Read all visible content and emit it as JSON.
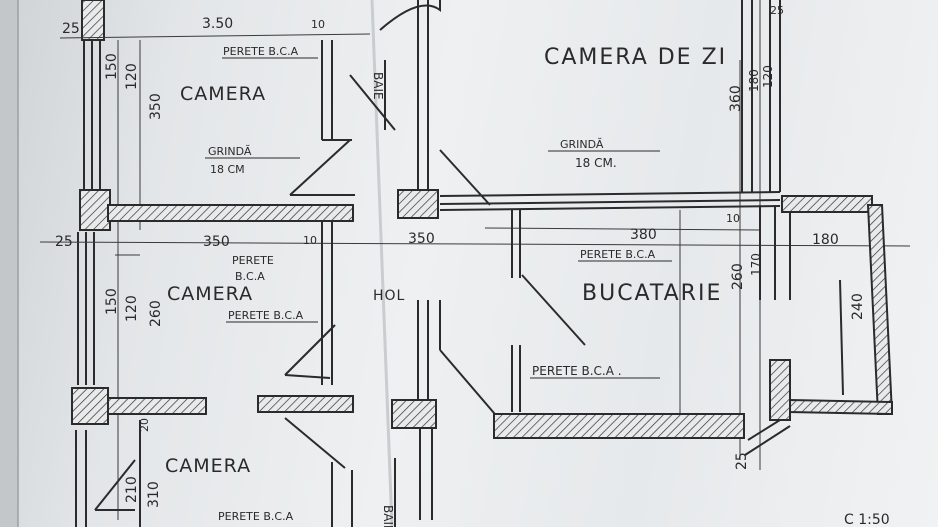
{
  "rooms": {
    "camera_top": "CAMERA",
    "camera_middle": "CAMERA",
    "camera_bottom": "CAMERA",
    "camera_de_zi": "CAMERA DE ZI",
    "bucatarie": "BUCATARIE",
    "hol": "HOL",
    "baie_top": "BAIE",
    "baie_bottom": "BAIE"
  },
  "notes": {
    "perete_top": "PERETE B.C.A",
    "grinda_left": "GRINDĂ",
    "grinda_left_size": "18 CM",
    "grinda_right": "GRINDĂ",
    "grinda_right_size": "18 CM.",
    "perete_mid_1": "PERETE",
    "perete_mid_2": "B.C.A",
    "perete_left_lower": "PERETE B.C.A",
    "perete_kitchen_top": "PERETE B.C.A",
    "perete_kitchen_bottom": "PERETE B.C.A .",
    "perete_bottom": "PERETE B.C.A",
    "scale": "C 1:50"
  },
  "dimensions": {
    "d_25_top": "25",
    "d_350_top": "3.50",
    "d_10_top": "10",
    "d_150_a": "150",
    "d_120_a": "120",
    "d_350_v": "350",
    "d_25_mid": "25",
    "d_350_mid": "350",
    "d_10_mid": "10",
    "d_150_b": "150",
    "d_120_b": "120",
    "d_260_b": "260",
    "d_20": "20",
    "d_210": "210",
    "d_310": "310",
    "d_380": "380",
    "d_10_k": "10",
    "d_180": "180",
    "d_360": "360",
    "d_180_r": "180",
    "d_120_r": "120",
    "d_260_r": "260",
    "d_170_r": "170",
    "d_240": "240",
    "d_25_r": "25",
    "d_350_hol": "350",
    "d_25_b": "25"
  }
}
